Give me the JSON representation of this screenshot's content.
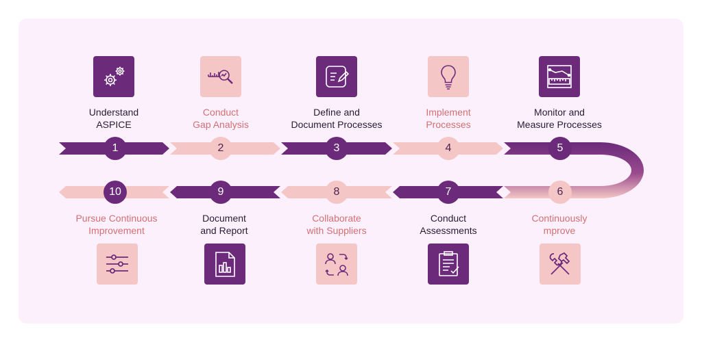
{
  "colors": {
    "card_bg": "#fcf0fd",
    "purple": "#6b2a7a",
    "pink": "#f4c7c6",
    "pink_text": "#d36f72",
    "dark_text": "#2b1a33"
  },
  "steps": [
    {
      "number": "1",
      "label": "Understand\nASPICE",
      "style": "dark",
      "icon": "gears-icon"
    },
    {
      "number": "2",
      "label": "Conduct\nGap Analysis",
      "style": "light",
      "icon": "magnify-chart-icon"
    },
    {
      "number": "3",
      "label": "Define and\nDocument Processes",
      "style": "dark",
      "icon": "edit-document-icon"
    },
    {
      "number": "4",
      "label": "Implement\nProcesses",
      "style": "light",
      "icon": "lightbulb-icon"
    },
    {
      "number": "5",
      "label": "Monitor and\nMeasure Processes",
      "style": "dark",
      "icon": "measure-chart-icon"
    },
    {
      "number": "6",
      "label": "Continuously\nmprove",
      "style": "light",
      "icon": "tools-icon"
    },
    {
      "number": "7",
      "label": "Conduct\nAssessments",
      "style": "dark",
      "icon": "clipboard-check-icon"
    },
    {
      "number": "8",
      "label": "Collaborate\nwith Suppliers",
      "style": "light",
      "icon": "users-exchange-icon"
    },
    {
      "number": "9",
      "label": "Document\nand Report",
      "style": "dark",
      "icon": "report-file-icon"
    },
    {
      "number": "10",
      "label": "Pursue Continuous\nImprovement",
      "style": "light",
      "icon": "sliders-icon"
    }
  ]
}
